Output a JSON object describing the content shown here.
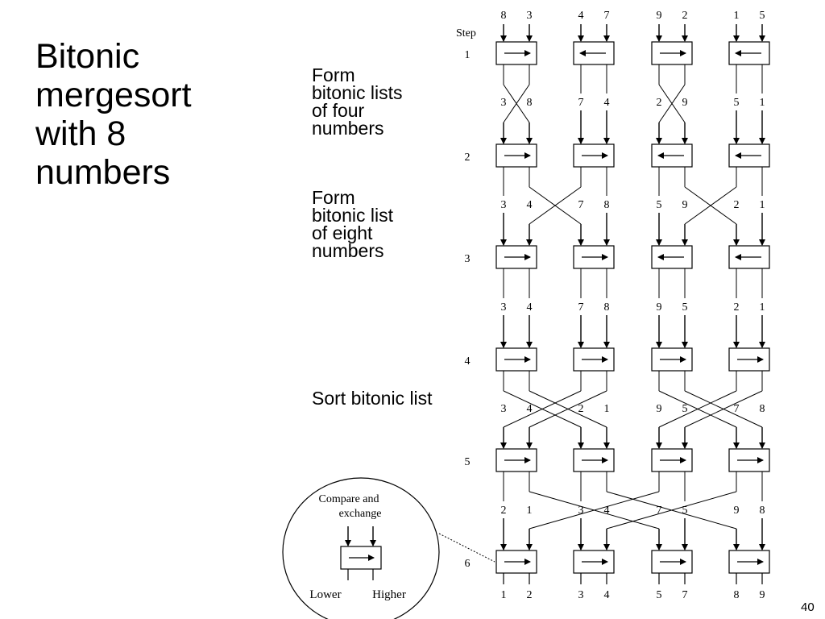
{
  "slide": {
    "title_lines": [
      "Bitonic",
      "mergesort",
      "with 8",
      "numbers"
    ],
    "page_number": "40"
  },
  "labels": {
    "form_four": [
      "Form",
      "bitonic lists",
      "of four",
      "numbers"
    ],
    "form_eight": [
      "Form",
      "bitonic list",
      "of eight",
      "numbers"
    ],
    "sort_bitonic": "Sort bitonic list"
  },
  "network": {
    "step_header": "Step",
    "step_numbers": [
      "1",
      "2",
      "3",
      "4",
      "5",
      "6"
    ],
    "inputs": [
      8,
      3,
      4,
      7,
      9,
      2,
      1,
      5
    ],
    "after_step": [
      [
        3,
        8,
        7,
        4,
        2,
        9,
        5,
        1
      ],
      [
        3,
        4,
        7,
        8,
        5,
        9,
        2,
        1
      ],
      [
        3,
        4,
        7,
        8,
        9,
        5,
        2,
        1
      ],
      [
        3,
        4,
        2,
        1,
        9,
        5,
        7,
        8
      ],
      [
        2,
        1,
        3,
        4,
        7,
        5,
        9,
        8
      ],
      [
        1,
        2,
        3,
        4,
        5,
        7,
        8,
        9
      ]
    ],
    "box_directions": [
      [
        "right",
        "left",
        "right",
        "left"
      ],
      [
        "right",
        "right",
        "left",
        "left"
      ],
      [
        "right",
        "right",
        "left",
        "left"
      ],
      [
        "right",
        "right",
        "right",
        "right"
      ],
      [
        "right",
        "right",
        "right",
        "right"
      ],
      [
        "right",
        "right",
        "right",
        "right"
      ]
    ],
    "crossings": [
      [
        [
          0,
          1
        ],
        [
          4,
          5
        ]
      ],
      [
        [
          1,
          2
        ],
        [
          5,
          6
        ]
      ],
      [],
      [
        [
          0,
          2
        ],
        [
          1,
          3
        ],
        [
          4,
          6
        ],
        [
          5,
          7
        ]
      ],
      [
        [
          1,
          4
        ],
        [
          3,
          6
        ]
      ],
      [
        [
          1,
          2
        ],
        [
          5,
          6
        ]
      ]
    ]
  },
  "legend": {
    "caption_lines": [
      "Compare and",
      "exchange"
    ],
    "lower_label": "Lower",
    "higher_label": "Higher"
  }
}
